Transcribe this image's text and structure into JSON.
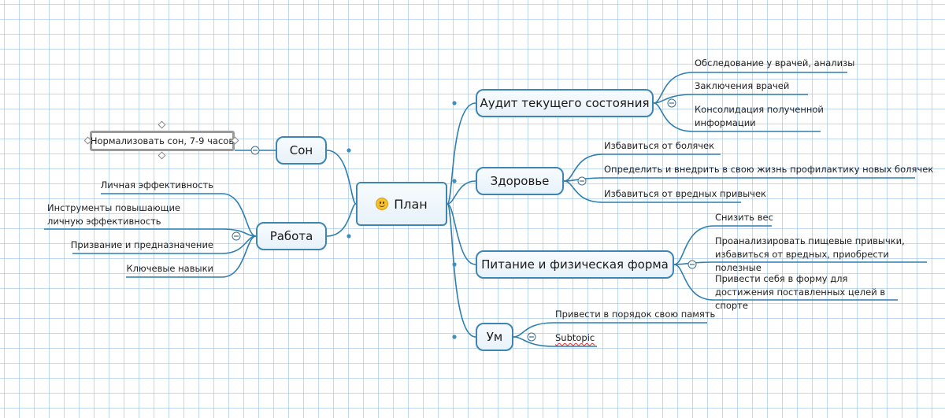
{
  "mindmap": {
    "central": {
      "label": "План",
      "icon": "smile-icon"
    },
    "right_branches": [
      {
        "label": "Аудит текущего состояния",
        "children": [
          "Обследование у врачей, анализы",
          "Заключения врачей",
          "Консолидация полученной информации"
        ]
      },
      {
        "label": "Здоровье",
        "children": [
          "Избавиться от болячек",
          "Определить и внедрить в свою жизнь профилактику новых болячек",
          "Избавиться от вредных привычек"
        ]
      },
      {
        "label": "Питание и физическая форма",
        "children": [
          "Снизить вес",
          "Проанализировать пищевые привычки, избавиться от вредных, приобрести полезные",
          "Привести себя в форму для достижения поставленных целей в спорте"
        ]
      },
      {
        "label": "Ум",
        "children": [
          "Привести в порядок свою память",
          "Subtopic"
        ]
      }
    ],
    "left_branches": [
      {
        "label": "Сон",
        "children": [
          "Нормализовать сон, 7-9 часов"
        ]
      },
      {
        "label": "Работа",
        "children": [
          "Личная эффективность",
          "Инструменты повышающие личную эффективность",
          "Призвание и предназначение",
          "Ключевые навыки"
        ]
      }
    ]
  },
  "colors": {
    "connector": "#2e7fb0",
    "node_border": "#3d86b3",
    "grid": "#8cb9e6",
    "spellcheck_underline": "#e03030"
  }
}
